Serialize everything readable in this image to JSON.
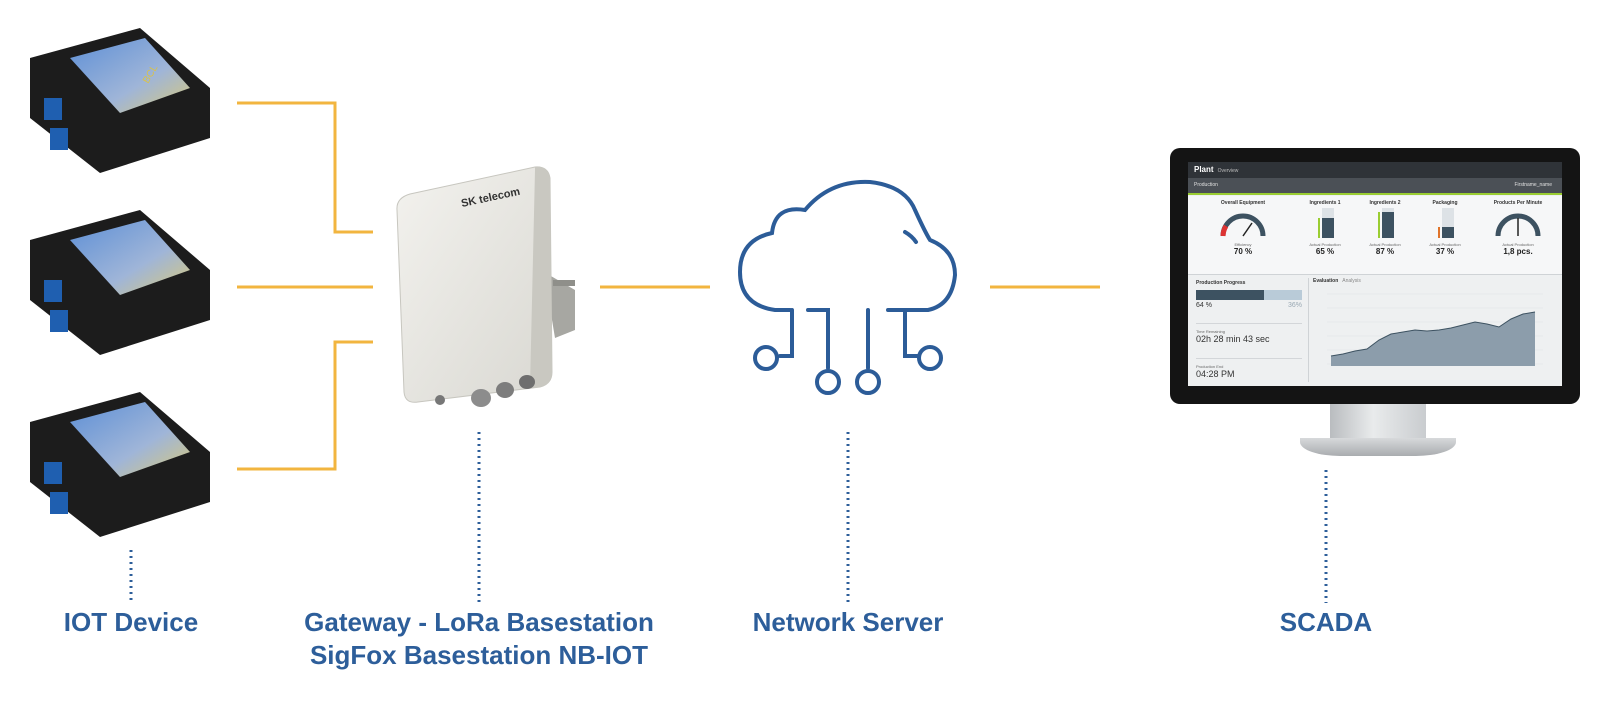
{
  "diagram": {
    "captions": {
      "iot_device": "IOT Device",
      "gateway_line1": "Gateway - LoRa Basestation",
      "gateway_line2": "SigFox Basestation NB-IOT",
      "network_server": "Network Server",
      "scada": "SCADA"
    },
    "gateway_brand": "SK telecom",
    "device_label": "BCL",
    "colors": {
      "connector": "#f2b53f",
      "accent_blue": "#2d5e9a",
      "cloud_stroke": "#2c5c98"
    },
    "icons": [
      "iot-device-icon",
      "gateway-antenna-icon",
      "cloud-network-icon",
      "monitor-icon"
    ]
  },
  "scada_screen": {
    "app_title": "Plant",
    "app_subtitle": "Overview",
    "menu_label": "Production",
    "user_label": "Firstname_name",
    "kpis": [
      {
        "title": "Overall Equipment",
        "caption": "Efficiency",
        "value": "70 %"
      },
      {
        "title": "Ingredients 1",
        "caption": "Actual Production",
        "value": "65 %"
      },
      {
        "title": "Ingredients 2",
        "caption": "Actual Production",
        "value": "87 %"
      },
      {
        "title": "Packaging",
        "caption": "Actual Production",
        "value": "37 %"
      },
      {
        "title": "Products Per Minute",
        "caption": "Actual Production",
        "value": "1,8 pcs."
      }
    ],
    "production_progress": {
      "title": "Production Progress",
      "done": "64 %",
      "remaining": "36%",
      "done_fraction": 0.64,
      "time_label": "Time Remaining",
      "time_value": "02h 28 min 43 sec",
      "end_label": "Production End",
      "end_value": "04:28 PM"
    },
    "evaluation": {
      "title": "Evaluation",
      "subtitle": "Analysis"
    }
  }
}
